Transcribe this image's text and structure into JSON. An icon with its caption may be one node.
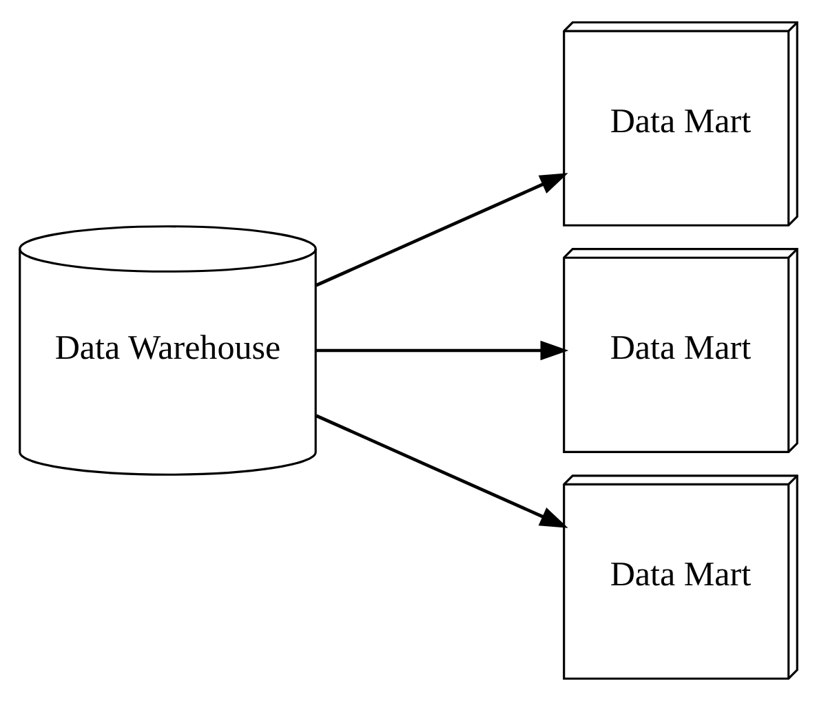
{
  "diagram": {
    "nodes": [
      {
        "text": [
          "Data Warehouse"
        ]
      },
      {
        "text": [
          "Data Mart"
        ]
      },
      {
        "text": [
          "Data Mart"
        ]
      },
      {
        "text": [
          "Data Mart"
        ]
      }
    ],
    "edges": [
      {
        "from": 0,
        "to": 1,
        "arrow": "to"
      },
      {
        "from": 0,
        "to": 2,
        "arrow": "to"
      },
      {
        "from": 0,
        "to": 3,
        "arrow": "to"
      }
    ]
  }
}
